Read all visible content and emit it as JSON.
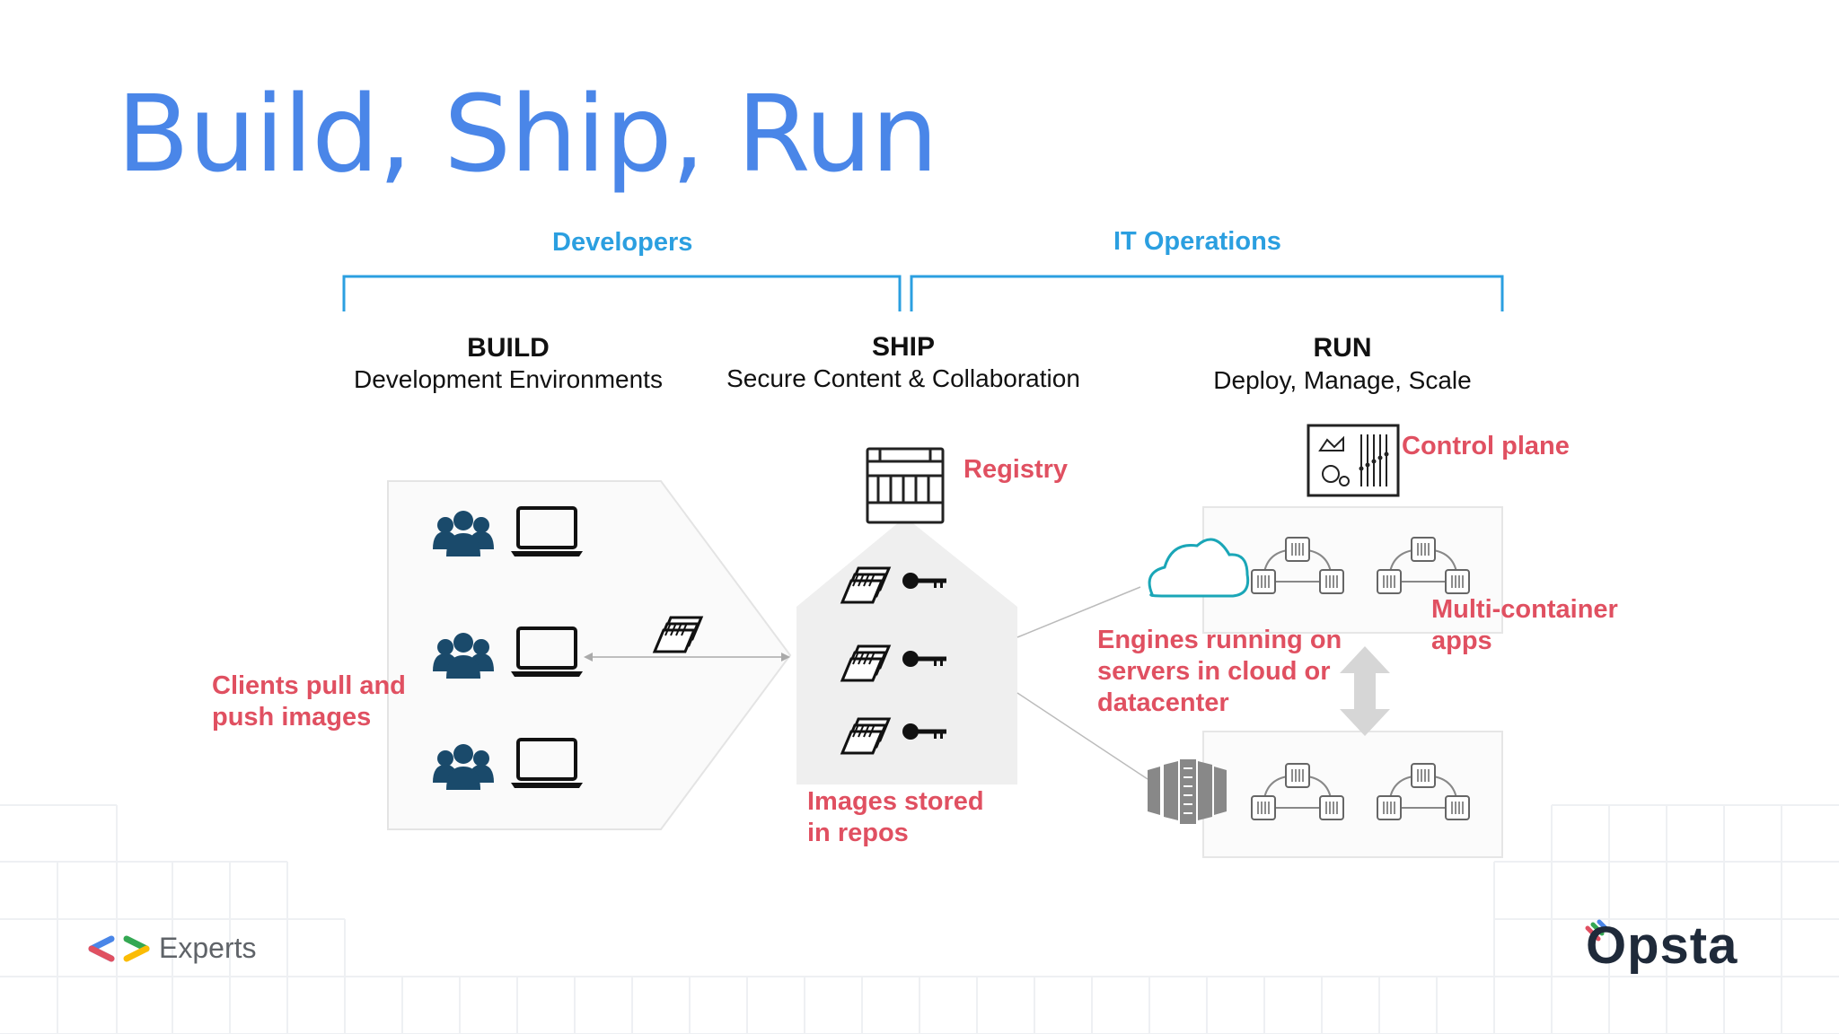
{
  "slide": {
    "title": "Build, Ship, Run",
    "groups": {
      "developers": "Developers",
      "it_operations": "IT Operations"
    },
    "stages": [
      {
        "heading": "BUILD",
        "subtitle": "Development Environments"
      },
      {
        "heading": "SHIP",
        "subtitle": "Secure Content & Collaboration"
      },
      {
        "heading": "RUN",
        "subtitle": "Deploy, Manage, Scale"
      }
    ],
    "labels": {
      "registry": "Registry",
      "control_plane": "Control plane",
      "clients": "Clients pull and push images",
      "images_stored": "Images stored in repos",
      "engines": "Engines running on servers in cloud or datacenter",
      "multi_container": "Multi-container apps"
    },
    "footer": {
      "experts": "Experts",
      "brand": "Opsta"
    }
  },
  "colors": {
    "title": "#4a86e8",
    "group": "#2b9fe0",
    "callout": "#e05061",
    "icon_dark": "#1a4a6b",
    "cloud": "#1aa6b7"
  }
}
